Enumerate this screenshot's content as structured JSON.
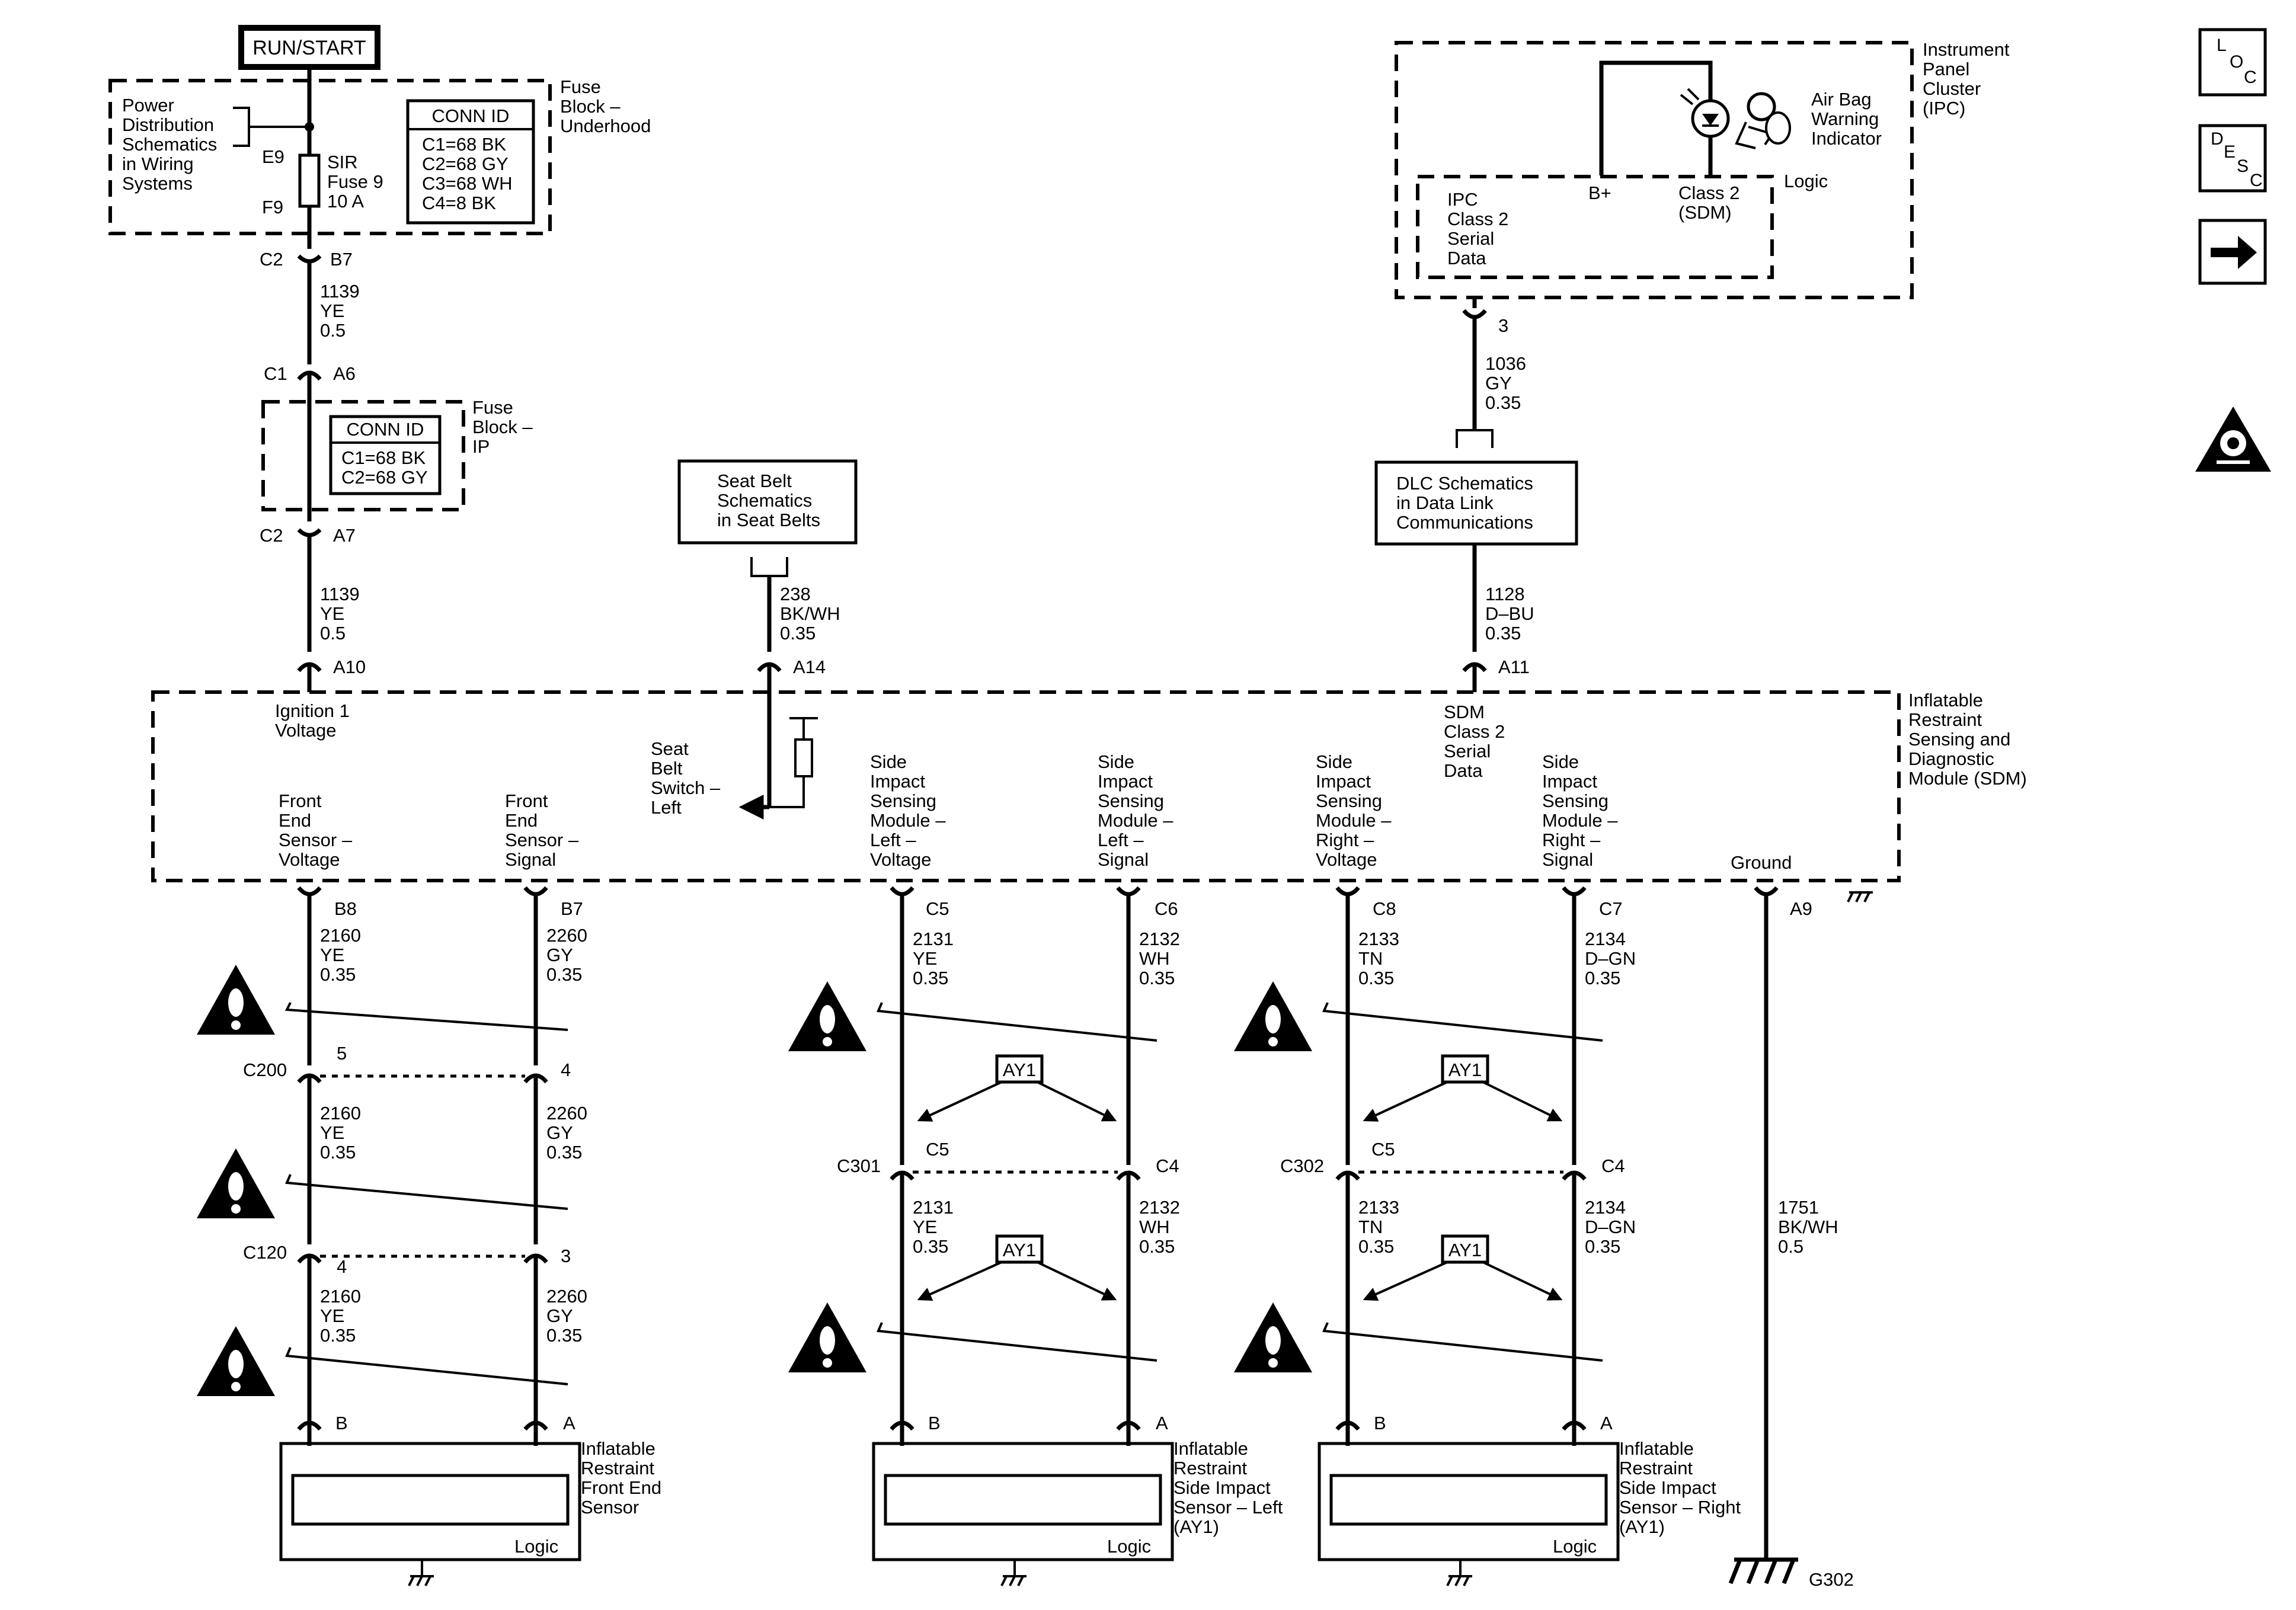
{
  "power": {
    "run_start": "RUN/START",
    "power_dist": [
      "Power",
      "Distribution",
      "Schematics",
      "in Wiring",
      "Systems"
    ],
    "fuse_block_underhood": [
      "Fuse",
      "Block –",
      "Underhood"
    ],
    "e9": "E9",
    "f9": "F9",
    "fuse": [
      "SIR",
      "Fuse 9",
      "10 A"
    ],
    "conn_id_title": "CONN ID",
    "conn_id_underhood": [
      "C1=68 BK",
      "C2=68 GY",
      "C3=68 WH",
      "C4=8 BK"
    ],
    "c2": "C2",
    "b7": "B7",
    "wire1139a": [
      "1139",
      "YE",
      "0.5"
    ],
    "c1": "C1",
    "a6": "A6",
    "fuse_block_ip": [
      "Fuse",
      "Block –",
      "IP"
    ],
    "conn_id_ip": [
      "C1=68 BK",
      "C2=68 GY"
    ],
    "c2b": "C2",
    "a7": "A7",
    "wire1139b": [
      "1139",
      "YE",
      "0.5"
    ],
    "a10": "A10"
  },
  "seatbelt": {
    "box": [
      "Seat Belt",
      "Schematics",
      "in Seat Belts"
    ],
    "wire": [
      "238",
      "BK/WH",
      "0.35"
    ],
    "a14": "A14",
    "switch": [
      "Seat",
      "Belt",
      "Switch –",
      "Left"
    ]
  },
  "ipc": {
    "title": [
      "Instrument",
      "Panel",
      "Cluster",
      "(IPC)"
    ],
    "indicator": [
      "Air Bag",
      "Warning",
      "Indicator"
    ],
    "logic": "Logic",
    "ipc_data": [
      "IPC",
      "Class 2",
      "Serial",
      "Data"
    ],
    "bplus": "B+",
    "class2": [
      "Class 2",
      "(SDM)"
    ],
    "pin3": "3",
    "wire1036": [
      "1036",
      "GY",
      "0.35"
    ],
    "dlc": [
      "DLC Schematics",
      "in Data Link",
      "Communications"
    ],
    "wire1128": [
      "1128",
      "D–BU",
      "0.35"
    ],
    "a11": "A11"
  },
  "sdm": {
    "title": [
      "Inflatable",
      "Restraint",
      "Sensing and",
      "Diagnostic",
      "Module (SDM)"
    ],
    "ign": [
      "Ignition 1",
      "Voltage"
    ],
    "sdm_data": [
      "SDM",
      "Class 2",
      "Serial",
      "Data"
    ],
    "front_voltage": [
      "Front",
      "End",
      "Sensor –",
      "Voltage"
    ],
    "front_signal": [
      "Front",
      "End",
      "Sensor –",
      "Signal"
    ],
    "left_voltage": [
      "Side",
      "Impact",
      "Sensing",
      "Module –",
      "Left –",
      "Voltage"
    ],
    "left_signal": [
      "Side",
      "Impact",
      "Sensing",
      "Module –",
      "Left –",
      "Signal"
    ],
    "right_voltage": [
      "Side",
      "Impact",
      "Sensing",
      "Module –",
      "Right –",
      "Voltage"
    ],
    "right_signal": [
      "Side",
      "Impact",
      "Sensing",
      "Module –",
      "Right –",
      "Signal"
    ],
    "ground": "Ground"
  },
  "front": {
    "b8": "B8",
    "b7": "B7",
    "w2160": [
      "2160",
      "YE",
      "0.35"
    ],
    "w2260": [
      "2260",
      "GY",
      "0.35"
    ],
    "c200": "C200",
    "p5": "5",
    "p4": "4",
    "c120": "C120",
    "p4b": "4",
    "p3": "3",
    "pb": "B",
    "pa": "A",
    "module": [
      "Inflatable",
      "Restraint",
      "Front End",
      "Sensor"
    ],
    "logic": "Logic"
  },
  "left": {
    "c5": "C5",
    "c6": "C6",
    "w2131": [
      "2131",
      "YE",
      "0.35"
    ],
    "w2132": [
      "2132",
      "WH",
      "0.35"
    ],
    "ay1": "AY1",
    "c301": "C301",
    "pc5": "C5",
    "pc4": "C4",
    "pb": "B",
    "pa": "A",
    "module": [
      "Inflatable",
      "Restraint",
      "Side Impact",
      "Sensor – Left",
      "(AY1)"
    ],
    "logic": "Logic"
  },
  "right": {
    "c8": "C8",
    "c7": "C7",
    "w2133": [
      "2133",
      "TN",
      "0.35"
    ],
    "w2134": [
      "2134",
      "D–GN",
      "0.35"
    ],
    "ay1": "AY1",
    "c302": "C302",
    "pc5": "C5",
    "pc4": "C4",
    "pb": "B",
    "pa": "A",
    "module": [
      "Inflatable",
      "Restraint",
      "Side Impact",
      "Sensor – Right",
      "(AY1)"
    ],
    "logic": "Logic"
  },
  "ground": {
    "a9": "A9",
    "w1751": [
      "1751",
      "BK/WH",
      "0.5"
    ],
    "g302": "G302"
  },
  "nav": {
    "loc": [
      "L",
      "O",
      "C"
    ],
    "desc": [
      "D",
      "E",
      "S",
      "C"
    ],
    "next_icon": "arrow-right-icon",
    "airbag_icon": "airbag-warning-icon"
  }
}
